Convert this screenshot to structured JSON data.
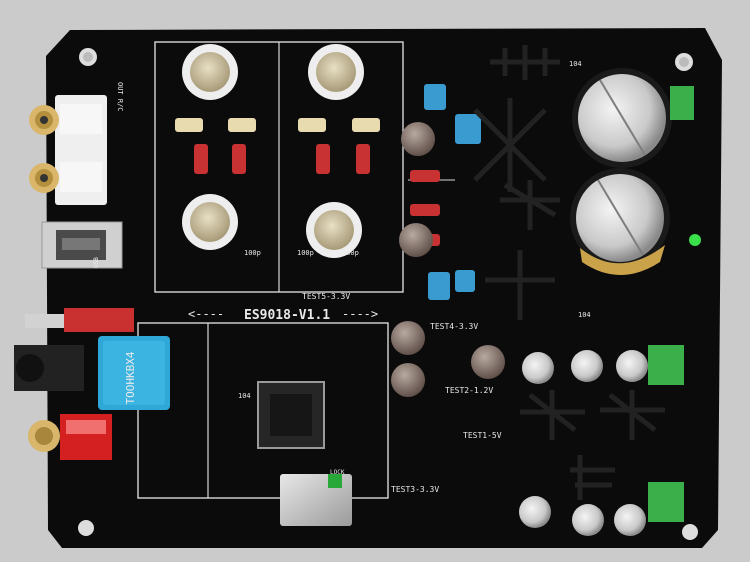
{
  "board": {
    "title": "ES9018-V1.1",
    "title_arrows_left": "<----",
    "title_arrows_right": "---->",
    "test_points": [
      {
        "label": "TEST5-3.3V"
      },
      {
        "label": "TEST4-3.3V"
      },
      {
        "label": "TEST2-1.2V"
      },
      {
        "label": "TEST1-5V"
      },
      {
        "label": "TEST3-3.3V"
      }
    ],
    "parts": {
      "output_filter": "TOOHKBX4",
      "resistor_104_top": "104",
      "resistor_104_mid": "104",
      "cap_100p_a": "100p",
      "cap_100p_b": "100p",
      "cap_100p_c": "100p",
      "cap_104_a": "104",
      "usb_label": "USB",
      "lock_label": "LOCK",
      "side_label": "OUT R/C"
    },
    "colors": {
      "pcb": "#0b0b0b",
      "silkscreen": "#e9e9e9",
      "capacitor_blue": "#3a9bd0",
      "filter_blue": "#2fa8d8",
      "rca_red": "#d42020",
      "terminal_green": "#3bb04a"
    }
  }
}
